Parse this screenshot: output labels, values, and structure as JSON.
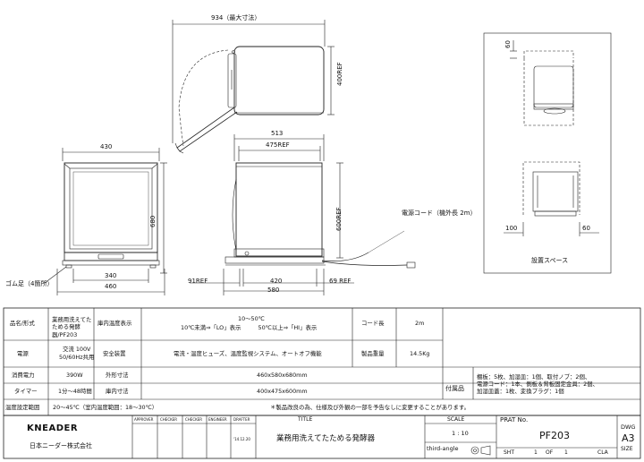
{
  "dims": {
    "top_max_width": "934（最大寸法）",
    "top_ref_height": "400REF",
    "front_width": "430",
    "front_height": "680",
    "front_foot_width": "340",
    "front_base_width": "460",
    "side_width": "513",
    "side_ref_width": "475REF",
    "side_ref_height": "600REF",
    "side_ref_91": "91REF",
    "side_420": "420",
    "side_580": "580",
    "side_ref_69": "69 REF",
    "space_top": "60",
    "space_left": "100",
    "space_right": "60"
  },
  "labels": {
    "rubber_feet": "ゴム足（4箇所）",
    "power_cord": "電源コード（機外長 2m）",
    "install_space": "設置スペース"
  },
  "spec_table": {
    "r1": {
      "k1": "品名/形式",
      "v1": "業務用洗えてたためる発酵器/PF203",
      "k2": "庫内温度表示",
      "v2a": "10～50℃",
      "v2b": "10℃未満⇒「LO」表示　　　50℃以上⇒「HI」表示",
      "k3": "コード長",
      "v3": "2m"
    },
    "r2": {
      "k1": "電源",
      "v1a": "交流 100V",
      "v1b": "50/60Hz共用",
      "k2": "安全装置",
      "v2": "電流・温度ヒューズ、温度監視システム、オートオフ機能",
      "k3": "製品重量",
      "v3": "14.5Kg"
    },
    "r3": {
      "k1": "消費電力",
      "v1": "390W",
      "k2": "外形寸法",
      "v2": "460x580x680mm"
    },
    "r4": {
      "k1": "タイマー",
      "v1": "1分～48時間",
      "k2": "庫内寸法",
      "v2": "400x475x600mm"
    },
    "r5": {
      "k1": "温度設定範囲",
      "v1": "20～45℃（室内温度範囲：18～30℃）",
      "note": "＊製品改良の為、仕様及び外観の一部を予告なしに変更することがあります。"
    },
    "acc_key": "付属品",
    "acc_l1": "棚板：5枚、加湿皿：1個、取付ノブ：2個、",
    "acc_l2": "電源コード：1本、側板＆背板固定金具：2個、",
    "acc_l3": "加湿皿蓋：1枚、変換プラグ：1個"
  },
  "title_block": {
    "brand": "KNEADER",
    "company": "日本ニーダー株式会社",
    "approver": "APPROVER",
    "checker1": "CHECKER",
    "checker2": "CHECKER",
    "engineer": "ENGINEER",
    "drafter": "DRAFTER",
    "date": "'14.12.20",
    "title_hdr": "TITLE",
    "title": "業務用洗えてたためる発酵器",
    "scale_hdr": "SCALE",
    "scale": "1 : 10",
    "projection": "third-angle",
    "part_hdr": "PRAT No.",
    "part": "PF203",
    "sht": "SHT",
    "sht_num": "1",
    "of": "OF",
    "of_num": "1",
    "cla": "CLA",
    "dwg": "DWG",
    "size_val": "A3",
    "size": "SIZE"
  }
}
